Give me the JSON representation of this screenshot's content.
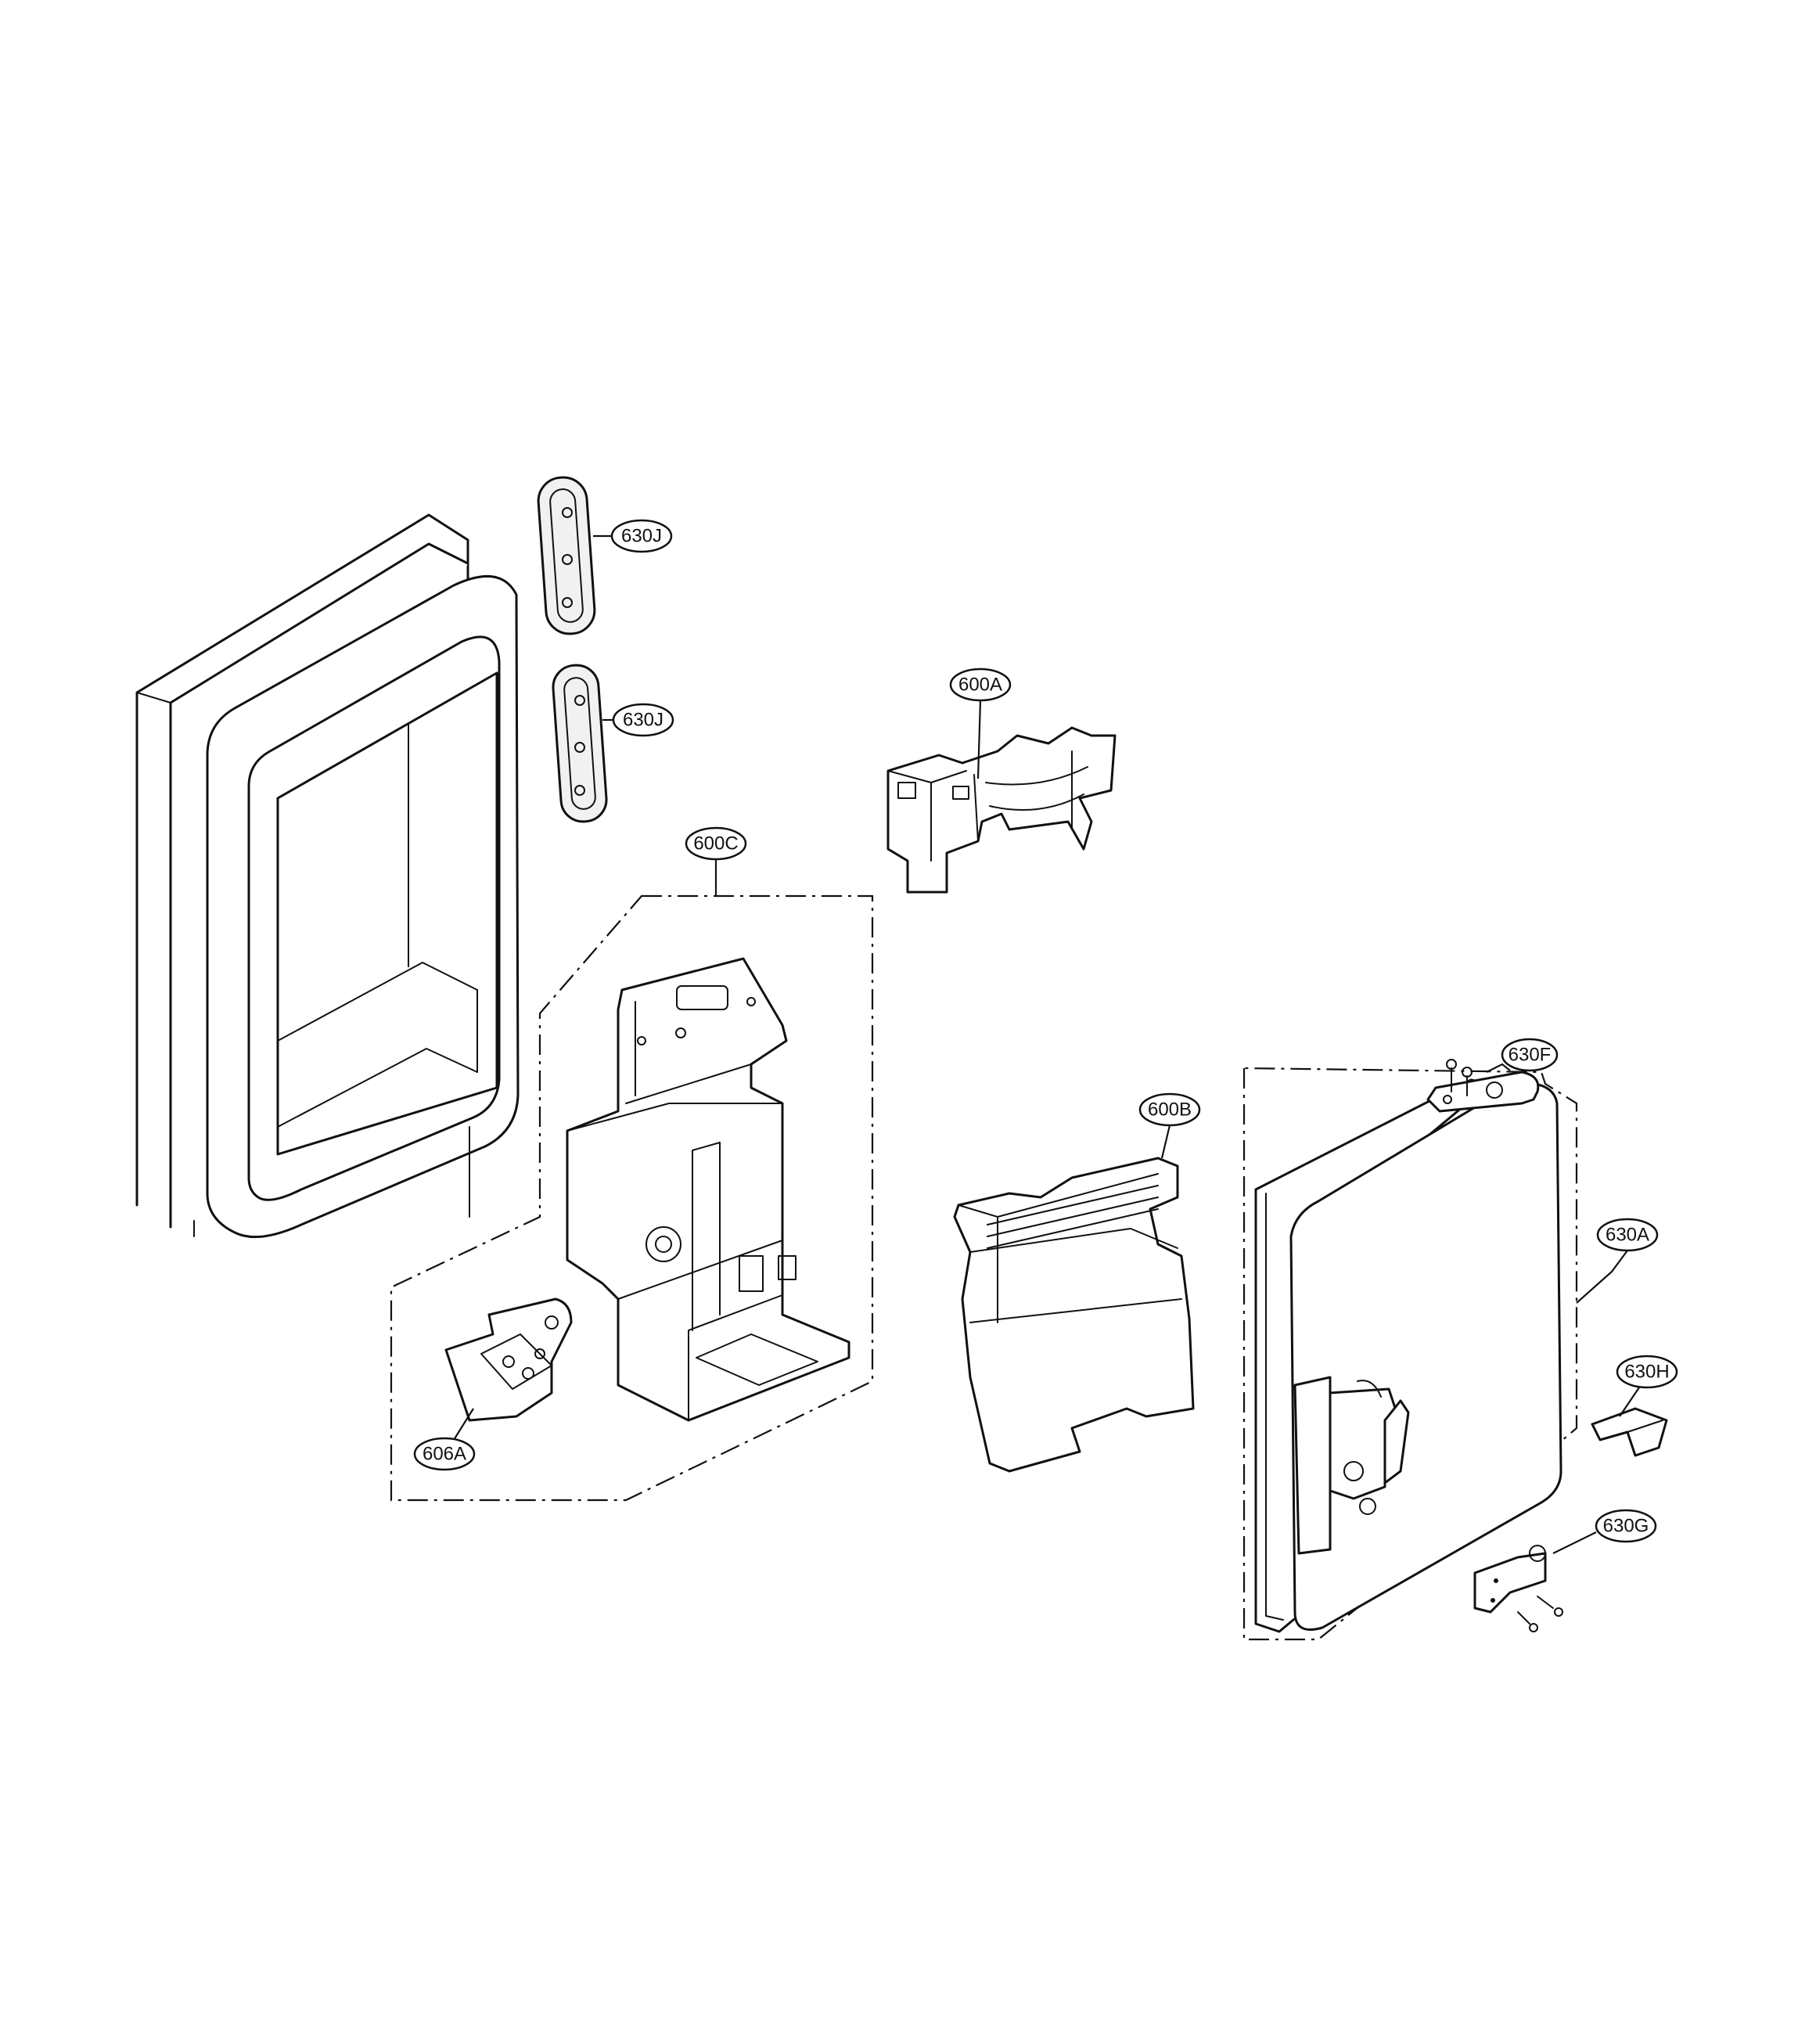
{
  "callouts": {
    "ice_maker_label": "600A",
    "ice_bin_label": "600B",
    "dispenser_housing_label": "600C",
    "door_assembly_label": "630A",
    "upper_hinge_label": "630F",
    "lower_hinge_label": "630G",
    "hinge_cover_label": "630H",
    "door_handle_cap_upper_label": "630J",
    "door_handle_cap_lower_label": "630J",
    "bracket_label": "606A"
  }
}
